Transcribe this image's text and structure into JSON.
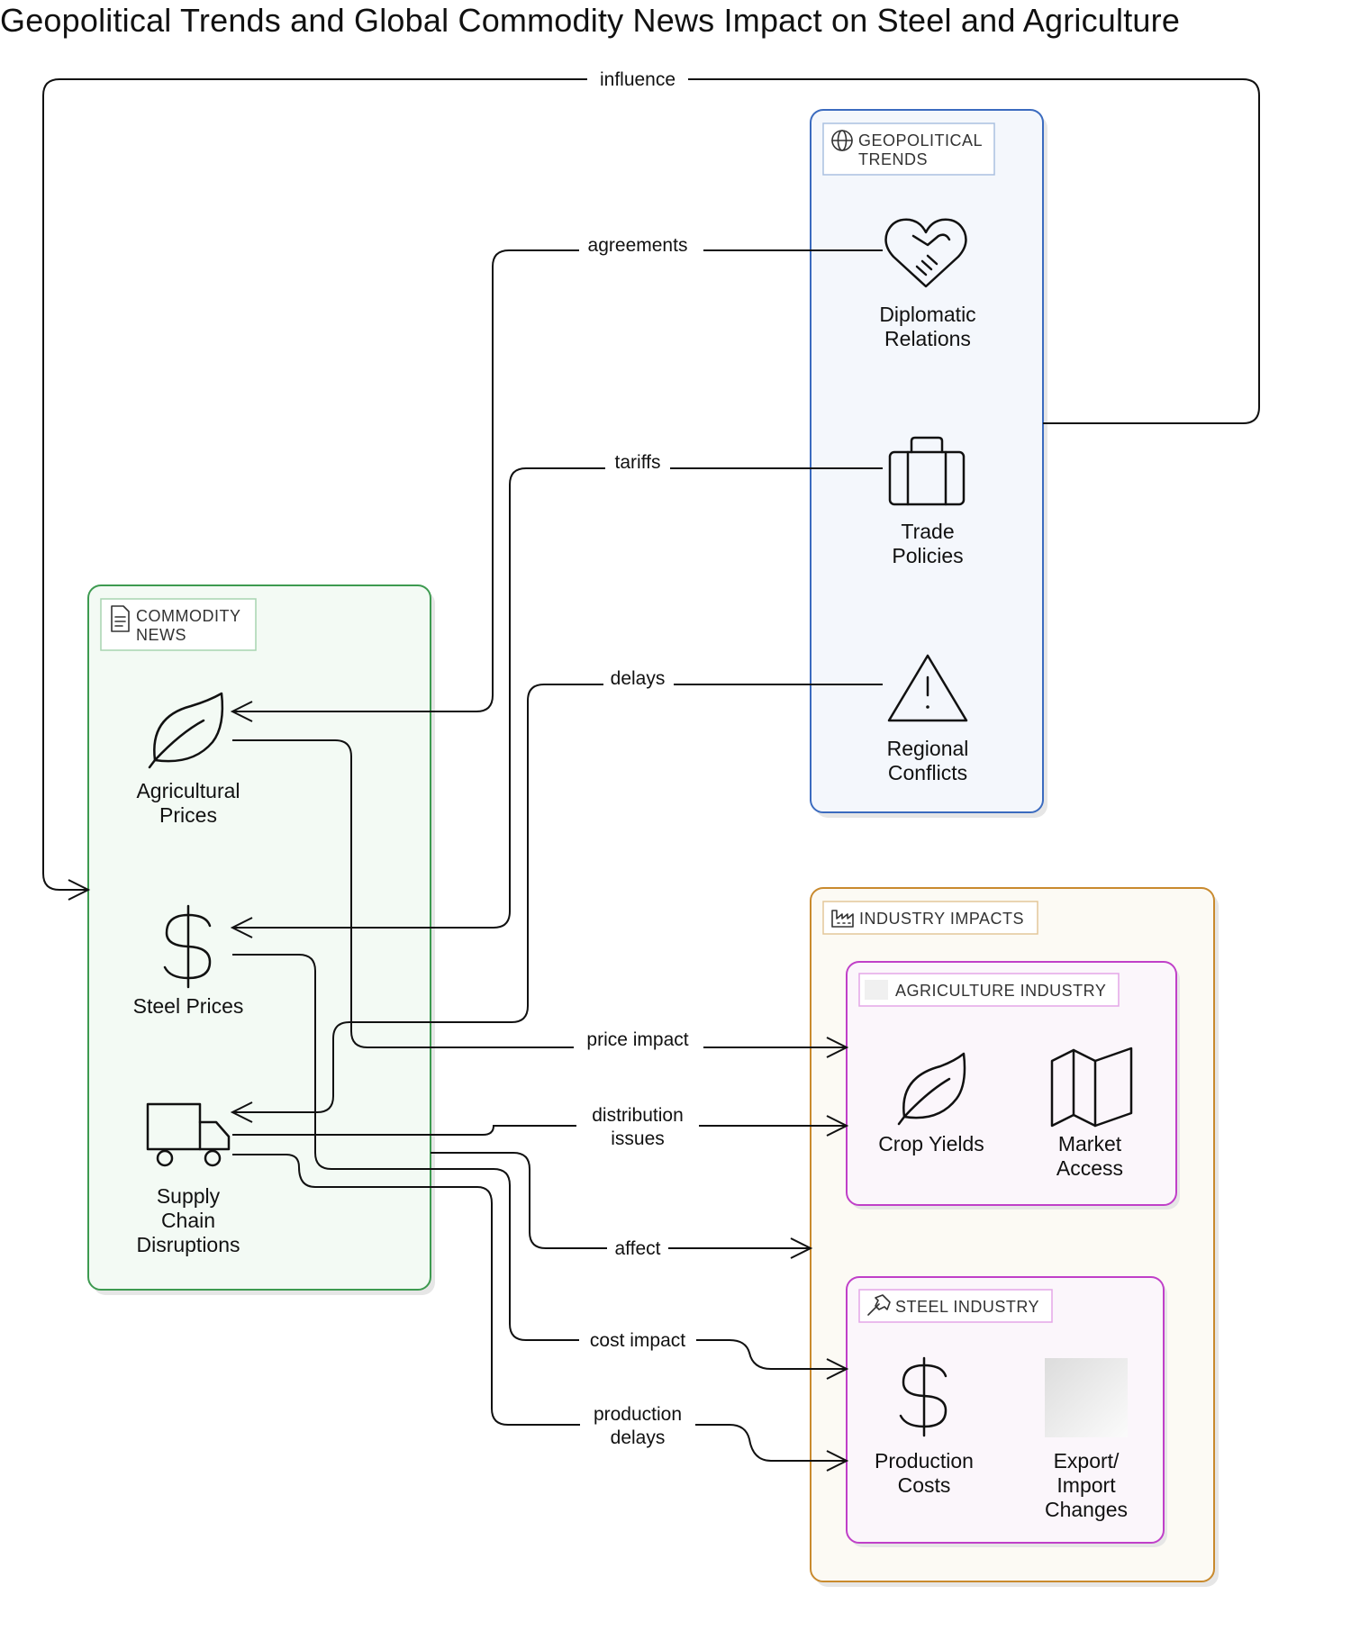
{
  "title": "Geopolitical Trends and Global Commodity News Impact on Steel and Agriculture",
  "groups": {
    "geopolitical": {
      "label": [
        "GEOPOLITICAL",
        "TRENDS"
      ],
      "icon": "globe-icon",
      "color": "#3b6bbf",
      "fill": "#f4f7fc"
    },
    "commodity": {
      "label": [
        "COMMODITY",
        "NEWS"
      ],
      "icon": "document-icon",
      "color": "#3d9a50",
      "fill": "#f3faf4"
    },
    "industry": {
      "label": [
        "INDUSTRY IMPACTS"
      ],
      "icon": "factory-icon",
      "color": "#c98a2e",
      "fill": "#fcfaf4"
    },
    "agriculture": {
      "label": [
        "AGRICULTURE INDUSTRY"
      ],
      "icon": "blank-icon",
      "color": "#c040c8",
      "fill": "#fbf6fb"
    },
    "steel": {
      "label": [
        "STEEL INDUSTRY"
      ],
      "icon": "hammer-icon",
      "color": "#c040c8",
      "fill": "#fbf6fb"
    }
  },
  "nodes": {
    "diplomatic": {
      "label": [
        "Diplomatic",
        "Relations"
      ],
      "icon": "handshake-heart-icon"
    },
    "trade": {
      "label": [
        "Trade",
        "Policies"
      ],
      "icon": "briefcase-icon"
    },
    "conflicts": {
      "label": [
        "Regional",
        "Conflicts"
      ],
      "icon": "warning-triangle-icon"
    },
    "agri_prices": {
      "label": [
        "Agricultural",
        "Prices"
      ],
      "icon": "leaf-icon"
    },
    "steel_prices": {
      "label": [
        "Steel Prices"
      ],
      "icon": "dollar-icon"
    },
    "supply_chain": {
      "label": [
        "Supply",
        "Chain",
        "Disruptions"
      ],
      "icon": "truck-icon"
    },
    "crop_yields": {
      "label": [
        "Crop Yields"
      ],
      "icon": "leaf-icon"
    },
    "market_access": {
      "label": [
        "Market",
        "Access"
      ],
      "icon": "map-icon"
    },
    "production_costs": {
      "label": [
        "Production",
        "Costs"
      ],
      "icon": "dollar-icon"
    },
    "export_import": {
      "label": [
        "Export/",
        "Import",
        "Changes"
      ],
      "icon": "blank-image-icon"
    }
  },
  "edges": [
    {
      "from": "geopolitical",
      "to": "commodity",
      "label": [
        "influence"
      ]
    },
    {
      "from": "diplomatic",
      "to": "agri_prices",
      "label": [
        "agreements"
      ]
    },
    {
      "from": "trade",
      "to": "steel_prices",
      "label": [
        "tariffs"
      ]
    },
    {
      "from": "conflicts",
      "to": "supply_chain",
      "label": [
        "delays"
      ]
    },
    {
      "from": "agri_prices",
      "to": "crop_yields",
      "label": [
        "price impact"
      ]
    },
    {
      "from": "supply_chain",
      "to": "market_access",
      "label": [
        "distribution",
        "issues"
      ]
    },
    {
      "from": "commodity",
      "to": "industry",
      "label": [
        "affect"
      ]
    },
    {
      "from": "steel_prices",
      "to": "production_costs",
      "label": [
        "cost impact"
      ]
    },
    {
      "from": "supply_chain",
      "to": "production_costs",
      "label": [
        "production",
        "delays"
      ]
    }
  ]
}
